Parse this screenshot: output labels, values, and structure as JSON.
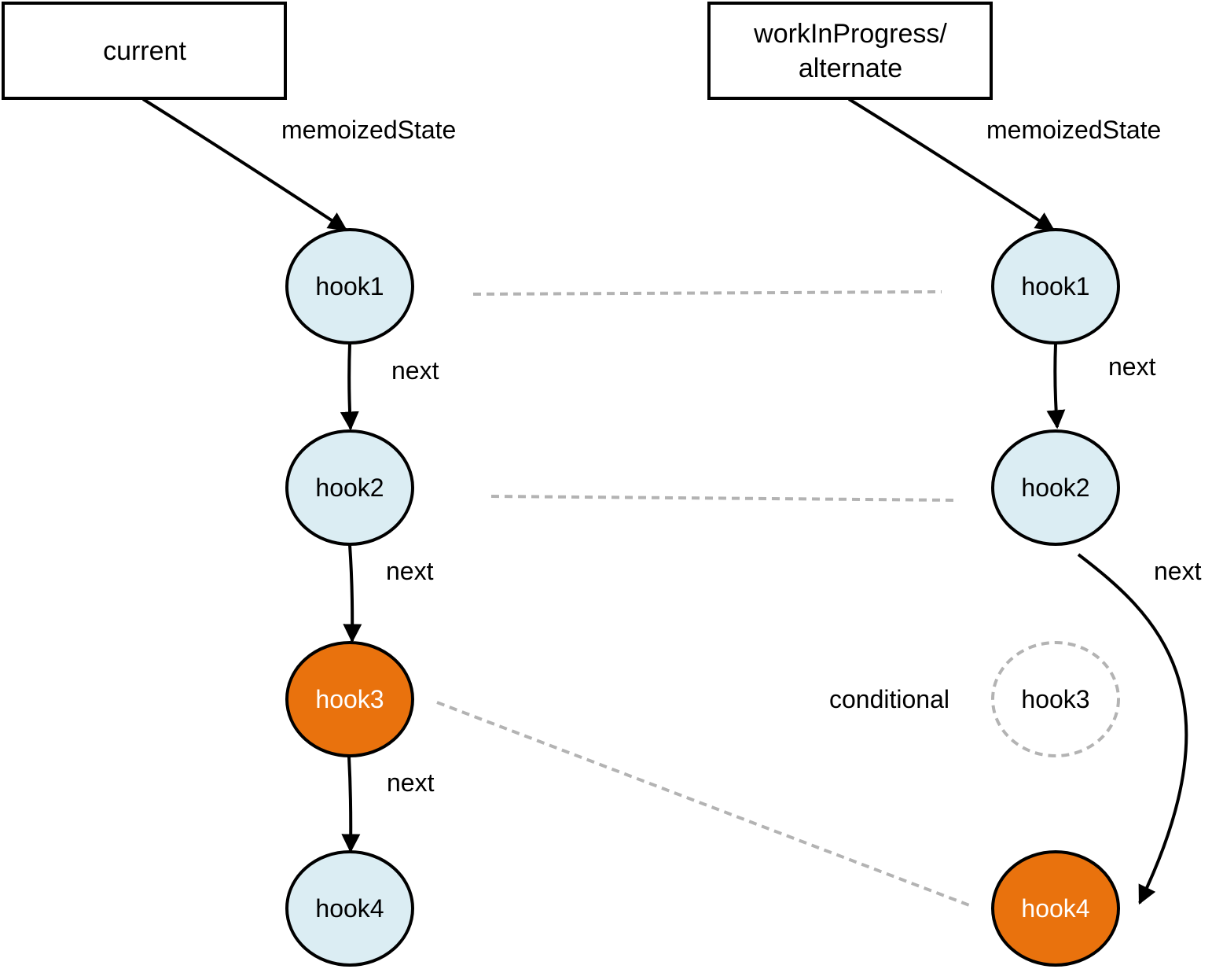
{
  "left_column": {
    "root_label": "current",
    "edge_memo_label": "memoizedState",
    "hooks": [
      {
        "label": "hook1",
        "kind": "normal"
      },
      {
        "label": "hook2",
        "kind": "normal"
      },
      {
        "label": "hook3",
        "kind": "highlight"
      },
      {
        "label": "hook4",
        "kind": "normal"
      }
    ],
    "next_labels": [
      "next",
      "next",
      "next"
    ]
  },
  "right_column": {
    "root_label_line1": "workInProgress/",
    "root_label_line2": "alternate",
    "edge_memo_label": "memoizedState",
    "hooks": [
      {
        "label": "hook1",
        "kind": "normal"
      },
      {
        "label": "hook2",
        "kind": "normal"
      },
      {
        "label": "hook3",
        "kind": "missing"
      },
      {
        "label": "hook4",
        "kind": "highlight"
      }
    ],
    "next_labels": [
      "next",
      "next"
    ],
    "conditional_label": "conditional"
  },
  "colors": {
    "node_fill": "#dbedf3",
    "highlight_fill": "#e9720d",
    "outline": "#000000",
    "dashed_link": "#b3b3b3",
    "text_dark": "#000000",
    "text_light": "#ffffff"
  }
}
